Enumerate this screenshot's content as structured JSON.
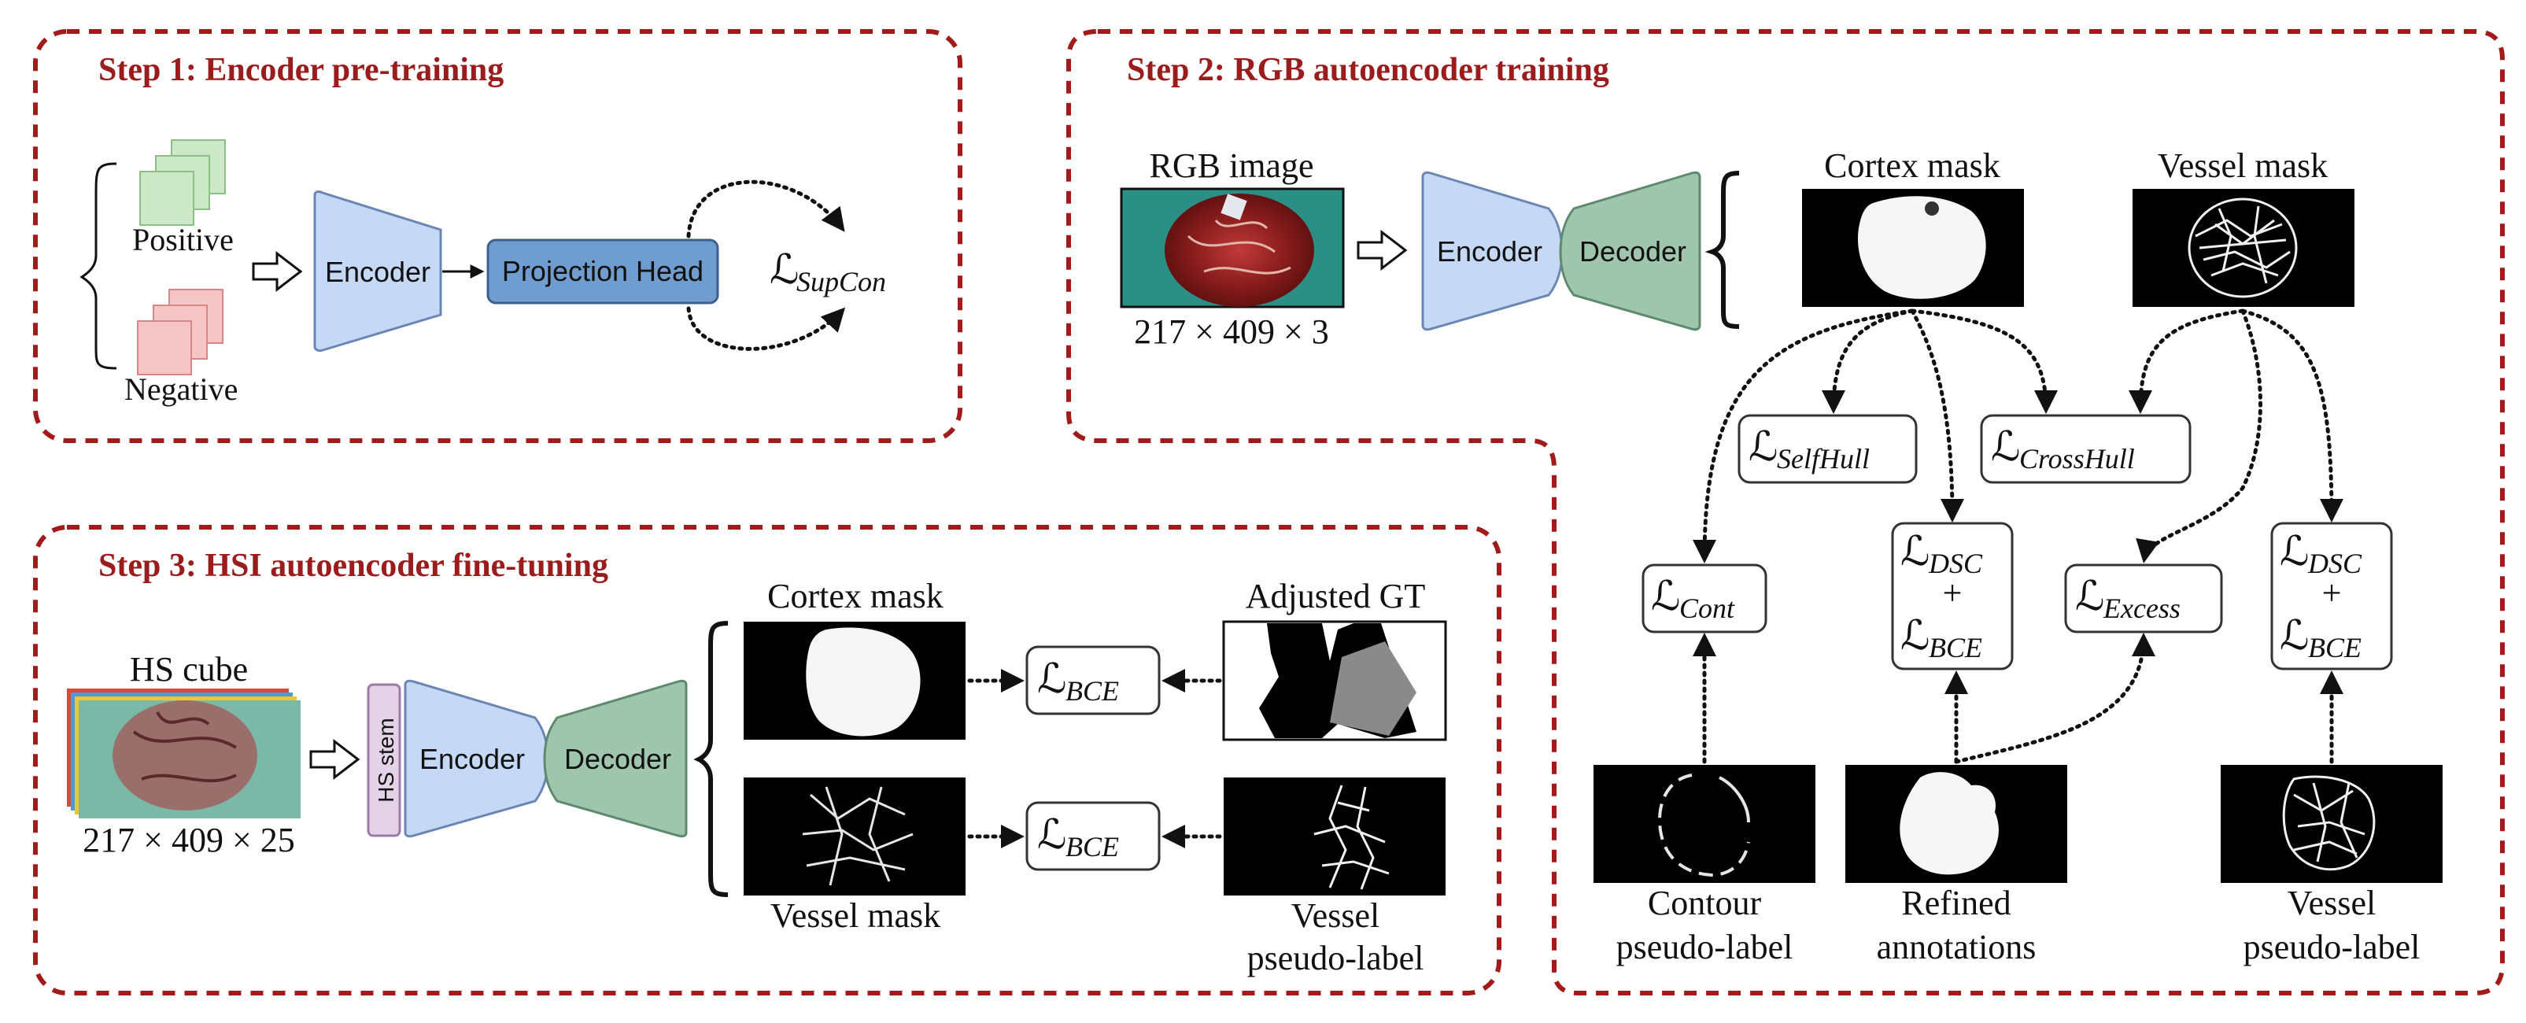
{
  "step1": {
    "title": "Step 1: Encoder pre-training",
    "positive_label": "Positive",
    "negative_label": "Negative",
    "encoder_label": "Encoder",
    "projection_label": "Projection Head",
    "loss": {
      "symbol": "ℒ",
      "sub": "SupCon"
    }
  },
  "step2": {
    "title": "Step 2: RGB autoencoder training",
    "rgb_label": "RGB image",
    "rgb_dims": "217 × 409 × 3",
    "encoder_label": "Encoder",
    "decoder_label": "Decoder",
    "cortex_mask_label": "Cortex mask",
    "vessel_mask_label": "Vessel mask",
    "losses": {
      "selfhull": {
        "symbol": "ℒ",
        "sub": "SelfHull"
      },
      "crosshull": {
        "symbol": "ℒ",
        "sub": "CrossHull"
      },
      "cont": {
        "symbol": "ℒ",
        "sub": "Cont"
      },
      "dsc1": {
        "symbol": "ℒ",
        "sub": "DSC"
      },
      "plus1": "+",
      "bce1": {
        "symbol": "ℒ",
        "sub": "BCE"
      },
      "excess": {
        "symbol": "ℒ",
        "sub": "Excess"
      },
      "dsc2": {
        "symbol": "ℒ",
        "sub": "DSC"
      },
      "plus2": "+",
      "bce2": {
        "symbol": "ℒ",
        "sub": "BCE"
      }
    },
    "contour_label": [
      "Contour",
      "pseudo-label"
    ],
    "refined_label": [
      "Refined",
      "annotations"
    ],
    "vessel_pl_label": [
      "Vessel",
      "pseudo-label"
    ]
  },
  "step3": {
    "title": "Step 3: HSI autoencoder fine-tuning",
    "hs_label": "HS cube",
    "hs_dims": "217 × 409 × 25",
    "stem_label": "HS stem",
    "encoder_label": "Encoder",
    "decoder_label": "Decoder",
    "cortex_mask_label": "Cortex mask",
    "adjusted_gt_label": "Adjusted GT",
    "vessel_mask_label": "Vessel mask",
    "vessel_pl_label": [
      "Vessel",
      "pseudo-label"
    ],
    "loss_top": {
      "symbol": "ℒ",
      "sub": "BCE"
    },
    "loss_bottom": {
      "symbol": "ℒ",
      "sub": "BCE"
    }
  },
  "colors": {
    "border": "#a31a1a",
    "title": "#9b1c1c",
    "encoder": "#c5d9f6",
    "decoder": "#9fc6ad",
    "projection": "#6f9dd0",
    "positive": "#cde8c6",
    "negative": "#f6c6c6",
    "stem": "#e4d2e8"
  }
}
